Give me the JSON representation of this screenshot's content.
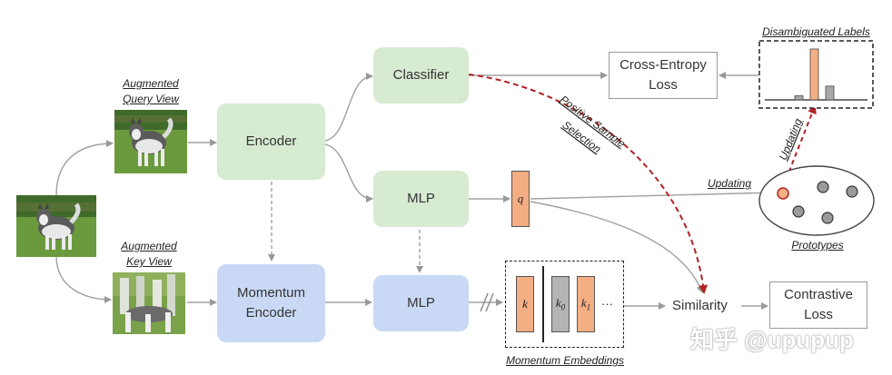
{
  "nodes": {
    "classifier": "Classifier",
    "encoder": "Encoder",
    "mlp_query": "MLP",
    "momentum_encoder_line1": "Momentum",
    "momentum_encoder_line2": "Encoder",
    "mlp_key": "MLP",
    "cross_entropy_line1": "Cross-Entropy",
    "cross_entropy_line2": "Loss",
    "contrastive_line1": "Contrastive",
    "contrastive_line2": "Loss",
    "similarity": "Similarity"
  },
  "labels": {
    "query_view_line1": "Augmented",
    "query_view_line2": "Query View",
    "key_view_line1": "Augmented",
    "key_view_line2": "Key View",
    "disambiguated": "Disambiguated Labels",
    "prototypes": "Prototypes",
    "momentum_embeddings": "Momentum Embeddings",
    "positive_sample_line1": "Positive Sample",
    "positive_sample_line2": "Selection",
    "updating_horizontal": "Updating",
    "updating_vertical": "Updating"
  },
  "embeddings": {
    "q": "q",
    "k": "k",
    "k0": "k",
    "k0_sub": "0",
    "k1": "k",
    "k1_sub": "1",
    "ellipsis": "···"
  },
  "bar_chart": {
    "values": [
      0.08,
      1.0,
      0.27
    ],
    "colors": [
      "#a8a8a8",
      "#f4ae84",
      "#a8a8a8"
    ]
  },
  "colors": {
    "encoder_green": "#d7ead2",
    "momentum_blue": "#c9d9f5",
    "embedding_orange": "#f4ae84",
    "embedding_grey": "#b4b4b4",
    "positive_selection_red": "#b22222",
    "prototype_grey": "#9a9a9a"
  },
  "watermark": "知乎 @upupup"
}
